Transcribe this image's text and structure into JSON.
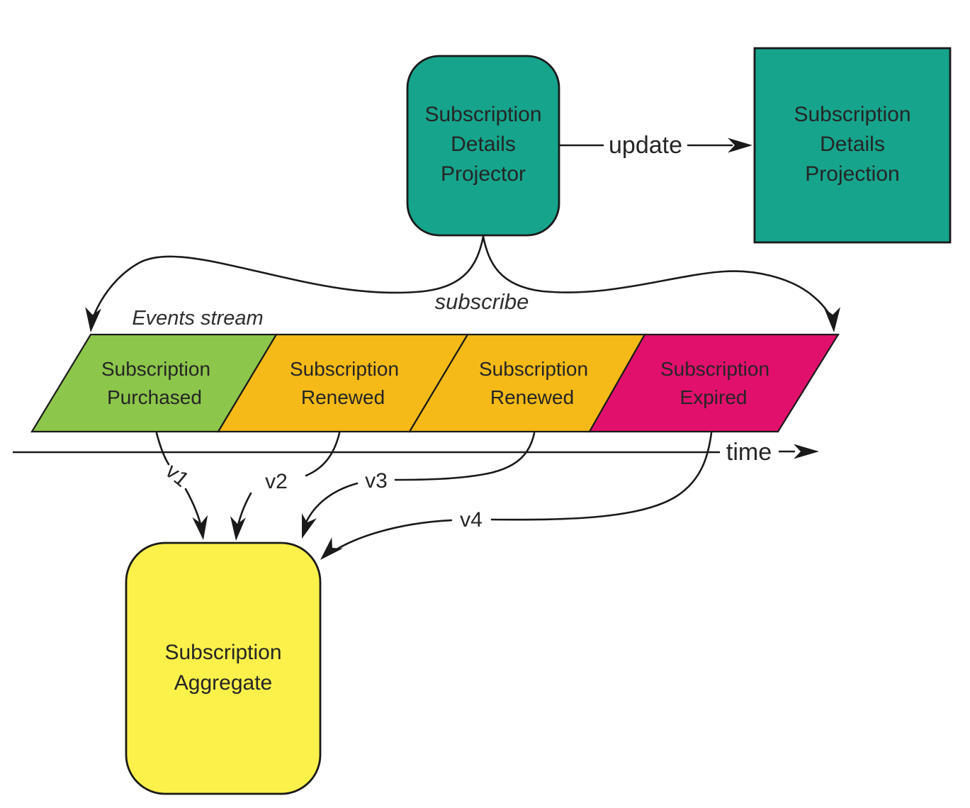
{
  "colors": {
    "teal": "#16a48c",
    "green": "#8cc64b",
    "amber": "#f5ba17",
    "magenta": "#e1106d",
    "yellow": "#fcf14b",
    "ink": "#1a1a1a"
  },
  "projector": {
    "line1": "Subscription",
    "line2": "Details",
    "line3": "Projector"
  },
  "projection": {
    "line1": "Subscription",
    "line2": "Details",
    "line3": "Projection"
  },
  "aggregate": {
    "line1": "Subscription",
    "line2": "Aggregate"
  },
  "labels": {
    "update": "update",
    "subscribe": "subscribe",
    "events_stream": "Events stream",
    "time": "time"
  },
  "events": [
    {
      "line1": "Subscription",
      "line2": "Purchased",
      "version": "v1",
      "color": "#8cc64b"
    },
    {
      "line1": "Subscription",
      "line2": "Renewed",
      "version": "v2",
      "color": "#f5ba17"
    },
    {
      "line1": "Subscription",
      "line2": "Renewed",
      "version": "v3",
      "color": "#f5ba17"
    },
    {
      "line1": "Subscription",
      "line2": "Expired",
      "version": "v4",
      "color": "#e1106d"
    }
  ]
}
